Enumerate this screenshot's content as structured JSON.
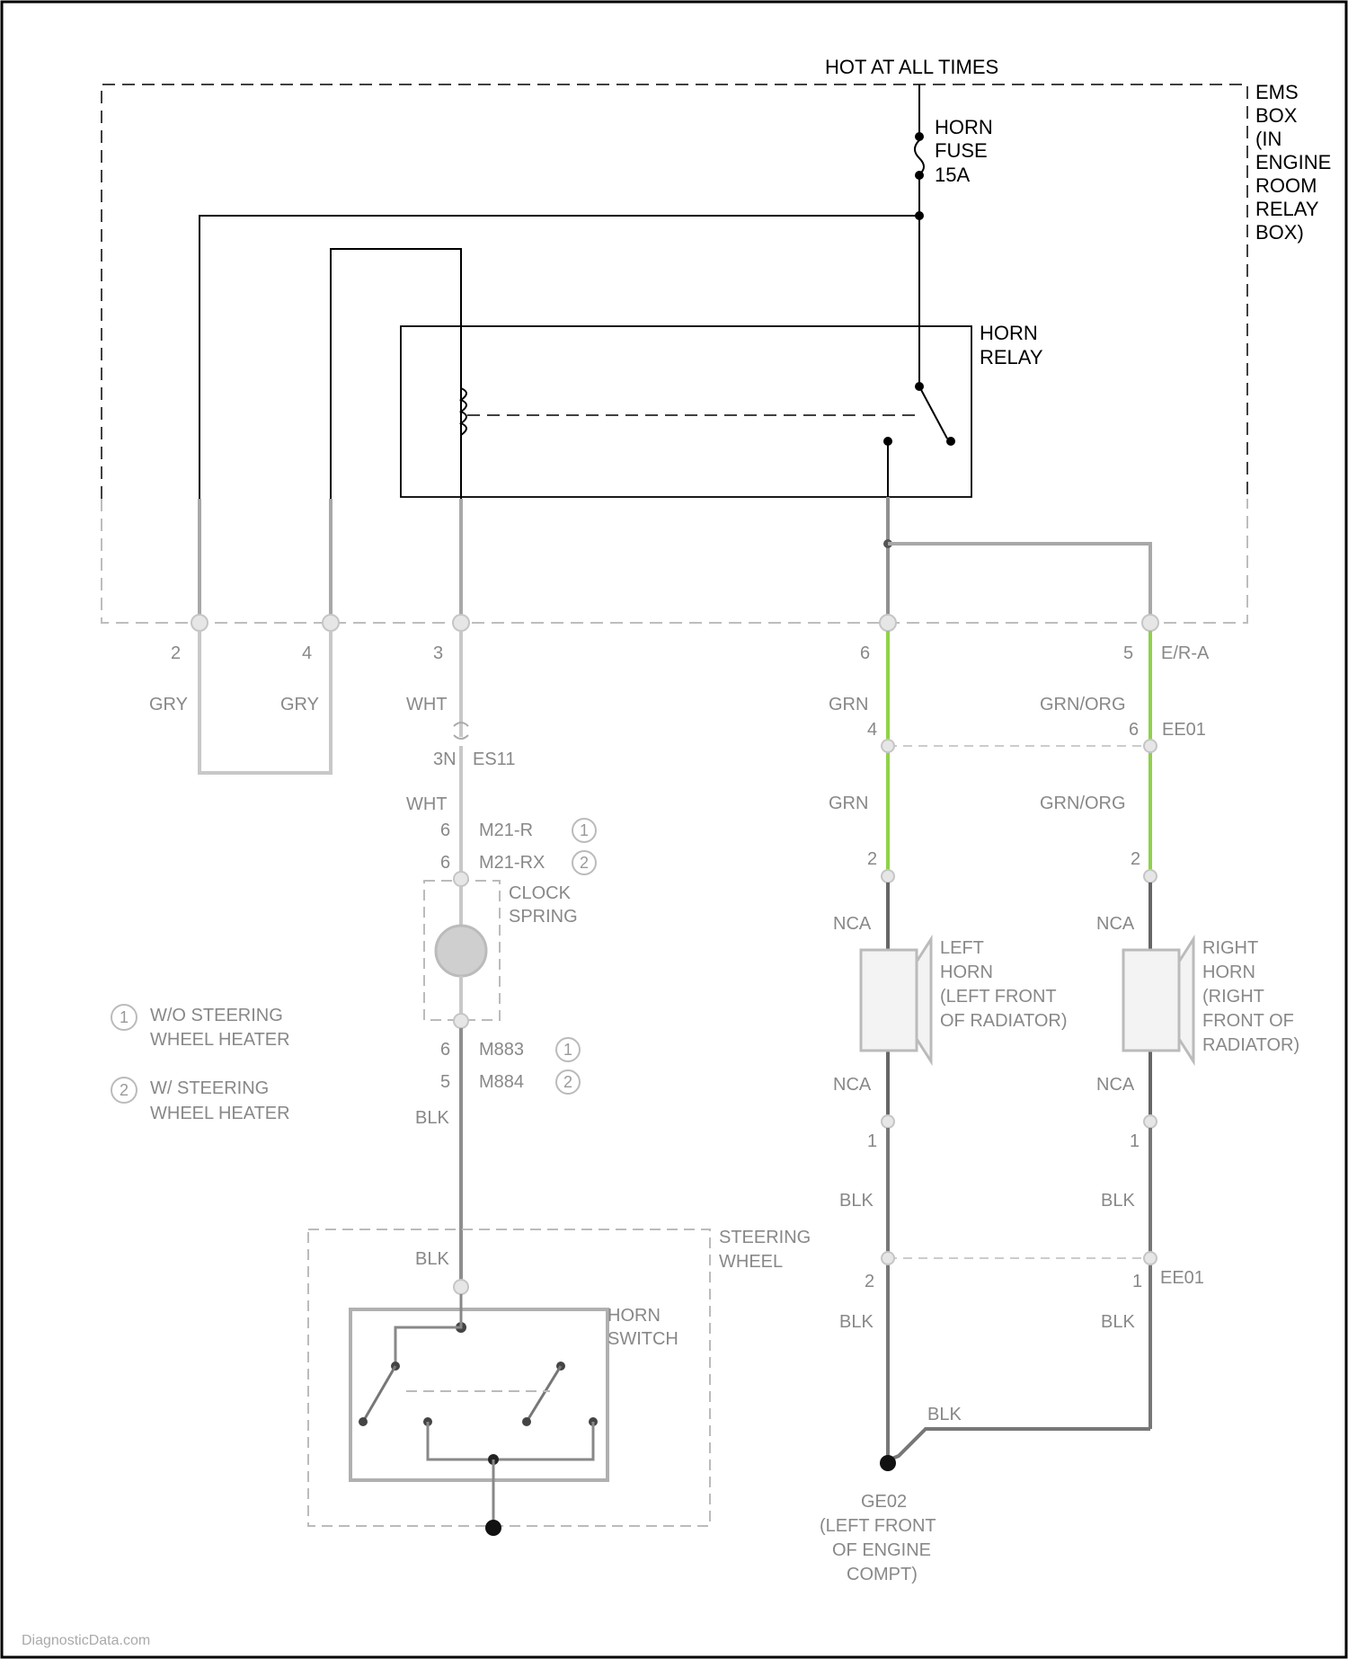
{
  "colors": {
    "wire": "#000000",
    "faded_wire": "#a8a8a8",
    "green_wire": "#8fd24a",
    "faded_text": "#8a8a8a"
  },
  "supply": {
    "label": "HOT AT ALL TIMES"
  },
  "ems_box": {
    "label_lines": [
      "EMS",
      "BOX",
      "(IN",
      "ENGINE",
      "ROOM",
      "RELAY",
      "BOX)"
    ]
  },
  "fuse": {
    "label_lines": [
      "HORN",
      "FUSE",
      "15A"
    ]
  },
  "relay": {
    "label_lines": [
      "HORN",
      "RELAY"
    ]
  },
  "connector_pins": [
    "2",
    "4",
    "3",
    "6",
    "5"
  ],
  "connector_name": "E/R-A",
  "wire_colors": {
    "pin2": "GRY",
    "pin4": "GRY",
    "pin3": "WHT",
    "pin6_top": "GRN",
    "pin5_top": "GRN/ORG",
    "pin6_mid": "GRN",
    "pin5_mid": "GRN/ORG"
  },
  "horn_splice": {
    "pin_left": "4",
    "pin_right": "6",
    "connector": "EE01"
  },
  "switch_branch": {
    "wire1": "WHT",
    "conn_pin": "3N",
    "conn_name": "ES11",
    "wire2": "WHT",
    "rows": [
      {
        "pin": "6",
        "name": "M21-R",
        "note": "1"
      },
      {
        "pin": "6",
        "name": "M21-RX",
        "note": "2"
      }
    ],
    "clock_spring": [
      "CLOCK",
      "SPRING"
    ],
    "rows2": [
      {
        "pin": "6",
        "name": "M883",
        "note": "1"
      },
      {
        "pin": "5",
        "name": "M884",
        "note": "2"
      }
    ],
    "wire3": "BLK",
    "wire4": "BLK"
  },
  "legend": [
    {
      "num": "1",
      "lines": [
        "W/O STEERING",
        "WHEEL HEATER"
      ]
    },
    {
      "num": "2",
      "lines": [
        "W/ STEERING",
        "WHEEL HEATER"
      ]
    }
  ],
  "steering_wheel": {
    "label_lines": [
      "STEERING",
      "WHEEL"
    ]
  },
  "horn_switch": {
    "label_lines": [
      "HORN",
      "SWITCH"
    ]
  },
  "left_horn": {
    "pin_top": "2",
    "wire_top": "NCA",
    "wire_bot": "NCA",
    "pin_bot": "1",
    "label_lines": [
      "LEFT",
      "HORN",
      "(LEFT FRONT",
      "OF RADIATOR)"
    ]
  },
  "right_horn": {
    "pin_top": "2",
    "wire_top": "NCA",
    "wire_bot": "NCA",
    "pin_bot": "1",
    "label_lines": [
      "RIGHT",
      "HORN",
      "(RIGHT",
      "FRONT OF",
      "RADIATOR)"
    ]
  },
  "ground_side": {
    "wire_l1": "BLK",
    "wire_r1": "BLK",
    "pin_l": "2",
    "pin_r": "1",
    "connector": "EE01",
    "wire_l2": "BLK",
    "wire_r2": "BLK",
    "wire_join": "BLK"
  },
  "ground": {
    "label_lines": [
      "GE02",
      "(LEFT FRONT",
      "OF ENGINE",
      "COMPT)"
    ]
  },
  "watermark": "DiagnosticData.com"
}
